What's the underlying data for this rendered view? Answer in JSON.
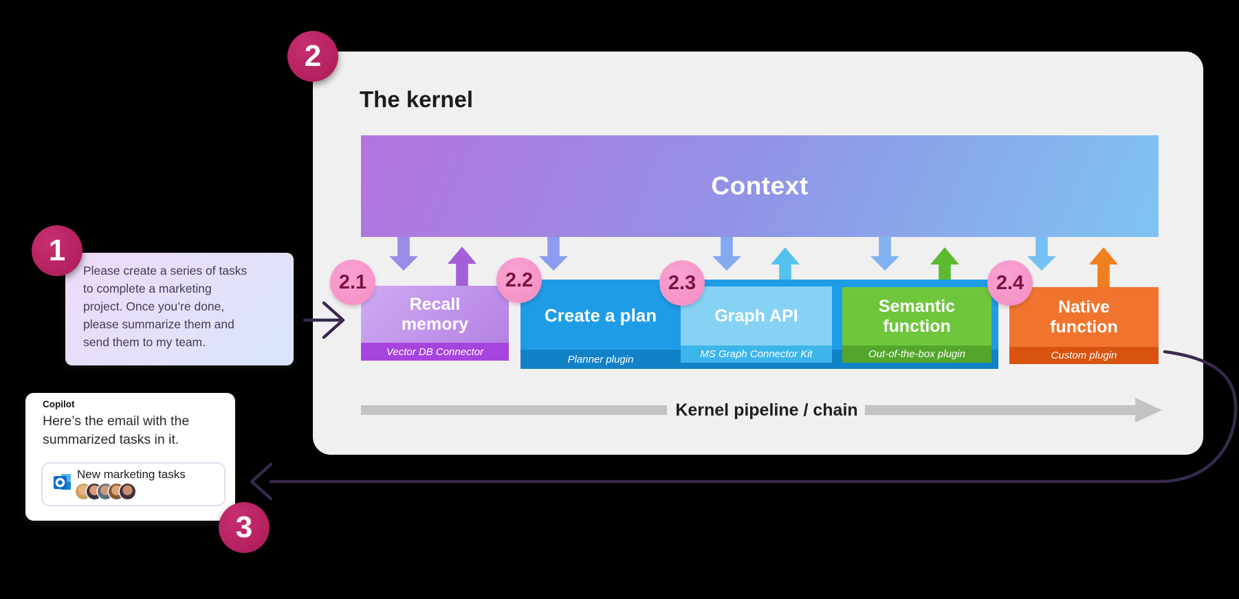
{
  "step_badges": {
    "one": "1",
    "two": "2",
    "three": "3"
  },
  "kernel": {
    "title": "The kernel",
    "context_label": "Context",
    "pipeline_label": "Kernel pipeline / chain",
    "functions": [
      {
        "badge": "2.1",
        "title": "Recall memory",
        "title_lines": [
          "Recall",
          "memory"
        ],
        "plugin": "Vector DB Connector",
        "color": "#b482e4",
        "plugin_color": "#a644de",
        "arrows": [
          "down",
          "up"
        ]
      },
      {
        "badge": "2.2",
        "title": "Create a plan",
        "title_lines": [
          "Create a plan"
        ],
        "plugin": "Planner plugin",
        "color": "#1e9ce6",
        "plugin_color": "#1181c8",
        "arrows": [
          "down"
        ]
      },
      {
        "badge": "2.3",
        "title": "Graph API",
        "title_lines": [
          "Graph API"
        ],
        "plugin": "MS Graph Connector Kit",
        "color": "#85d2f4",
        "plugin_color": "#3db5ea",
        "arrows": [
          "down",
          "up"
        ]
      },
      {
        "badge": null,
        "title": "Semantic function",
        "title_lines": [
          "Semantic",
          "function"
        ],
        "plugin": "Out-of-the-box plugin",
        "color": "#6ec63c",
        "plugin_color": "#53a62b",
        "arrows": [
          "down",
          "up"
        ]
      },
      {
        "badge": "2.4",
        "title": "Native function",
        "title_lines": [
          "Native",
          "function"
        ],
        "plugin": "Custom plugin",
        "color": "#f0742d",
        "plugin_color": "#d8530f",
        "arrows": [
          "down",
          "up"
        ]
      }
    ]
  },
  "user_prompt": {
    "badge": "1",
    "text": "Please create a series of tasks to complete a marketing project. Once you’re done, please summarize them and send them to my team.",
    "lines": [
      "Please create a series of tasks",
      "to complete a marketing",
      "project. Once you’re done,",
      "please summarize them and",
      "send them to my team."
    ]
  },
  "copilot": {
    "badge": "3",
    "app_name": "Copilot",
    "message": "Here’s the email with the summarized tasks in it.",
    "message_lines": [
      "Here’s the email with the",
      "summarized tasks in it."
    ],
    "email": {
      "subject": "New marketing tasks",
      "avatar_count": 5,
      "icon": "outlook-icon"
    }
  },
  "colors": {
    "background": "#000000",
    "panel": "#f1f0f1",
    "step_badge": "#b72062",
    "sub_badge_bg": "#f796ca",
    "sub_badge_text": "#7c1242",
    "context_gradient_start": "#b474dd",
    "context_gradient_end": "#7ec4f1",
    "dark_arrow": "#39294d",
    "pipeline_gray": "#c3c3c3",
    "down_arrows": [
      "#988ce9",
      "#8e9cef",
      "#86a9f1",
      "#81b3f2",
      "#73c1f4"
    ],
    "up_arrows": [
      "#a45fd8",
      "#55c2ee",
      "#5cba31",
      "#f0801e"
    ]
  }
}
